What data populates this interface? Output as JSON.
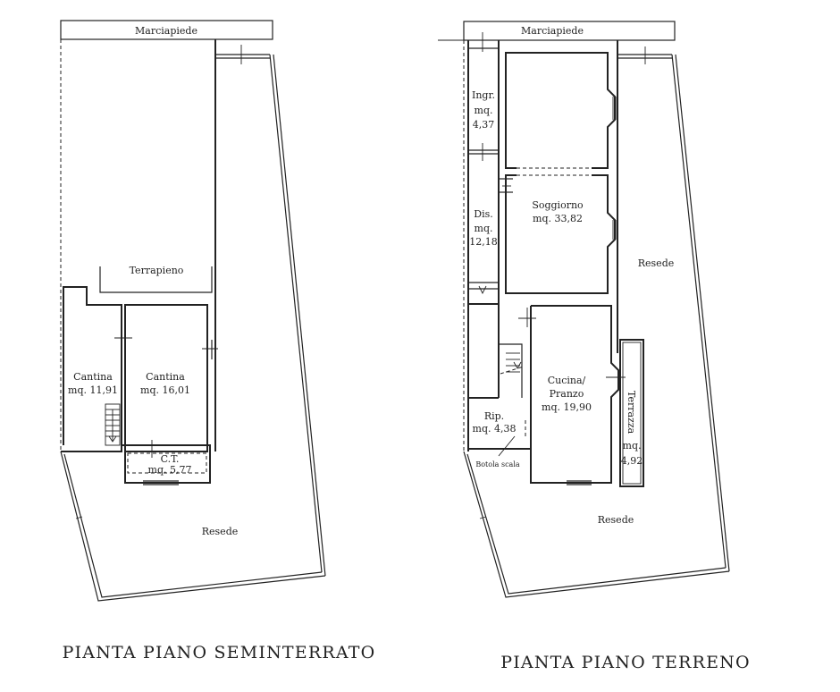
{
  "left_plan": {
    "title": "PIANTA PIANO SEMINTERRATO",
    "sidewalk": "Marciapiede",
    "terrapieno": "Terrapieno",
    "cantina_a": {
      "name": "Cantina",
      "area": "mq. 11,91"
    },
    "cantina_b": {
      "name": "Cantina",
      "area": "mq. 16,01"
    },
    "ct": {
      "name": "C.T.",
      "area": "mq. 5,77"
    },
    "resede": "Resede"
  },
  "right_plan": {
    "title": "PIANTA PIANO TERRENO",
    "sidewalk": "Marciapiede",
    "ingresso": {
      "name": "Ingr.",
      "unit": "mq.",
      "value": "4,37"
    },
    "disimpegno": {
      "name": "Dis.",
      "unit": "mq.",
      "value": "12,18"
    },
    "soggiorno": {
      "name": "Soggiorno",
      "area": "mq. 33,82"
    },
    "cucina": {
      "line1": "Cucina/",
      "line2": "Pranzo",
      "area": "mq. 19,90"
    },
    "ripostiglio": {
      "name": "Rip.",
      "area": "mq. 4,38"
    },
    "botola": "Botola scala",
    "terrazza": {
      "name": "Terrazza",
      "unit": "mq.",
      "value": "4,92"
    },
    "resede_side": "Resede",
    "resede_bottom": "Resede"
  }
}
